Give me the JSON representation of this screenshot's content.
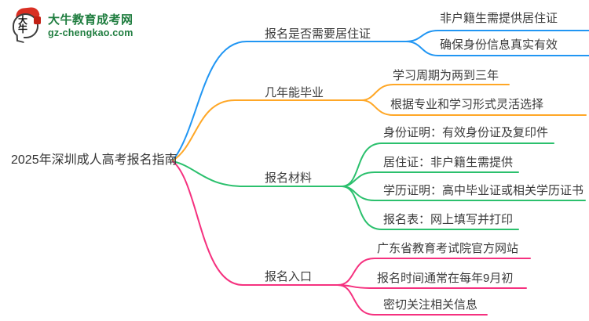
{
  "site": {
    "title": "大牛教育成考网",
    "domain": "gz-chengkao.com",
    "icon_text": "大牛",
    "brand_green": "#1f7d3f",
    "seal_red": "#c22014"
  },
  "mindmap": {
    "root": "2025年深圳成人高考报名指南",
    "text_color": "#3b3b3b",
    "branches": [
      {
        "label": "报名是否需要居住证",
        "color": "#2196F3",
        "children": [
          "非户籍生需提供居住证",
          "确保身份信息真实有效"
        ]
      },
      {
        "label": "几年能毕业",
        "color": "#FFA726",
        "children": [
          "学习周期为两到三年",
          "根据专业和学习形式灵活选择"
        ]
      },
      {
        "label": "报名材料",
        "color": "#2BC06D",
        "children": [
          "身份证明：有效身份证及复印件",
          "居住证：非户籍生需提供",
          "学历证明：高中毕业证或相关学历证书",
          "报名表：网上填写并打印"
        ]
      },
      {
        "label": "报名入口",
        "color": "#F5317F",
        "children": [
          "广东省教育考试院官方网站",
          "报名时间通常在每年9月初",
          "密切关注相关信息"
        ]
      }
    ]
  }
}
